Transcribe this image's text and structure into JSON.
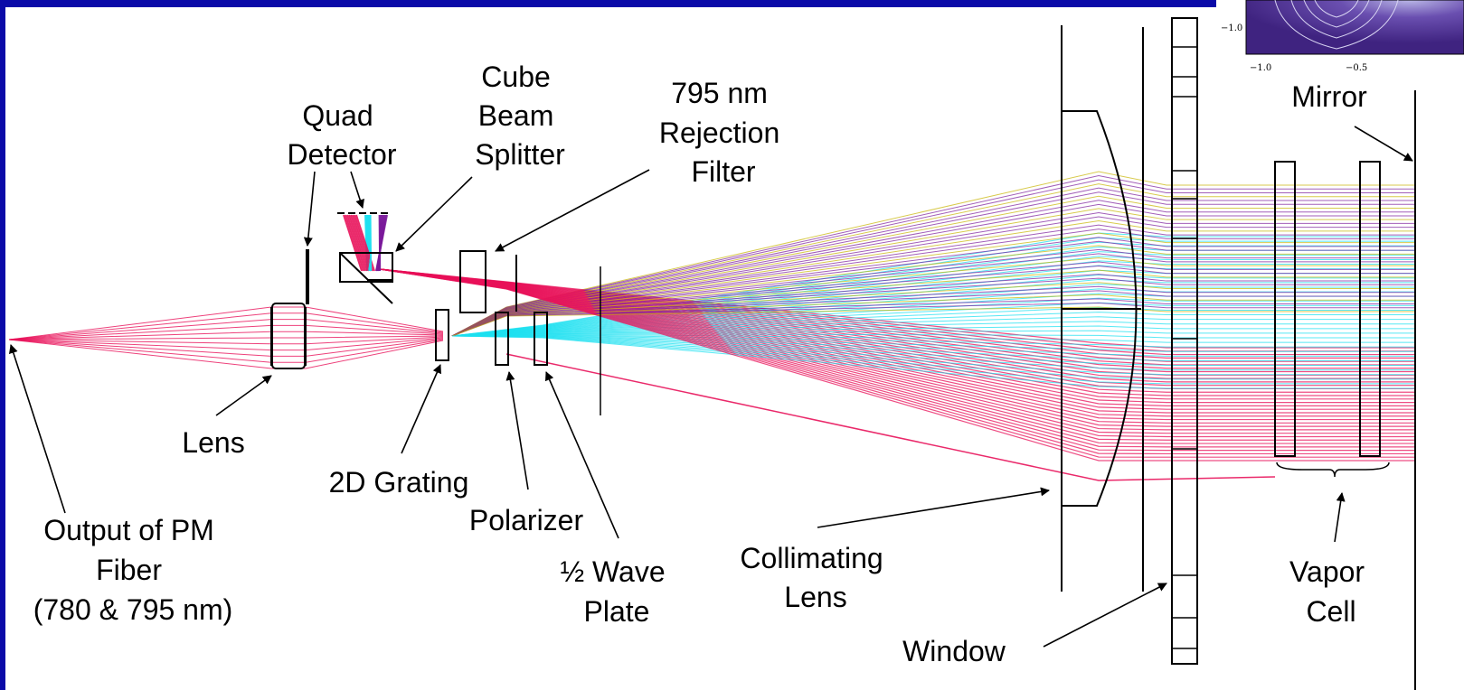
{
  "labels": {
    "cube_beam_splitter": [
      "Cube",
      "Beam",
      "Splitter"
    ],
    "quad_detector": [
      "Quad",
      "Detector"
    ],
    "rejection_filter": [
      "795 nm",
      "Rejection",
      "Filter"
    ],
    "mirror": "Mirror",
    "lens": "Lens",
    "grating": "2D Grating",
    "polarizer": "Polarizer",
    "wave_plate": [
      "½ Wave",
      "Plate"
    ],
    "output_fiber": [
      "Output of PM",
      "Fiber",
      "(780 & 795 nm)"
    ],
    "collimating_lens": [
      "Collimating",
      "Lens"
    ],
    "window": "Window",
    "vapor_cell": [
      "Vapor",
      "Cell"
    ]
  },
  "inset": {
    "y_tick": "−1.0",
    "x_ticks": [
      "−1.0",
      "−0.5"
    ]
  },
  "colors": {
    "frame": "#0a0aa8",
    "ray_780": "#e8125a",
    "ray_795": "#7a1a9a",
    "ray_cyan": "#1ee0f0",
    "ray_yellow": "#c8b400",
    "inset_fill": "#4b2a8c"
  }
}
